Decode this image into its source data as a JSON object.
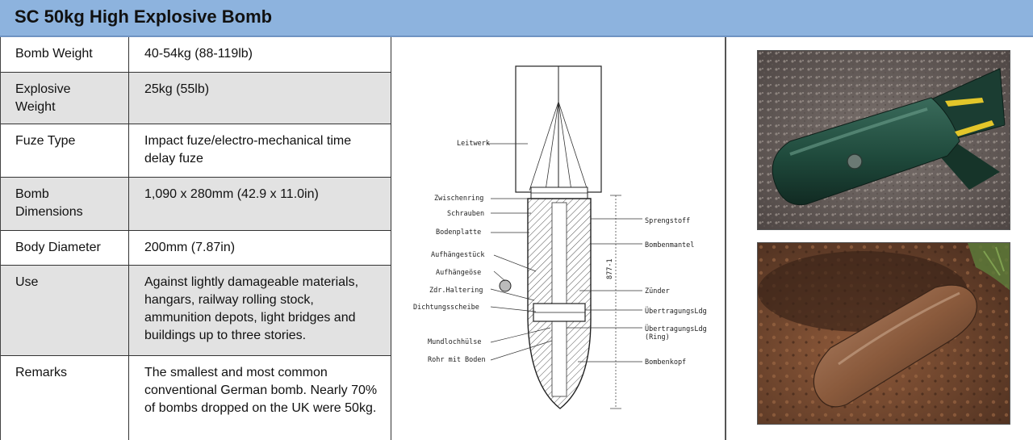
{
  "title": "SC 50kg High Explosive Bomb",
  "specs": [
    {
      "label": "Bomb Weight",
      "value": "40-54kg (88-119lb)"
    },
    {
      "label": "Explosive Weight",
      "value": "25kg (55lb)"
    },
    {
      "label": "Fuze Type",
      "value": "Impact fuze/electro-mechanical time delay fuze"
    },
    {
      "label": "Bomb Dimensions",
      "value": "1,090 x 280mm (42.9 x 11.0in)"
    },
    {
      "label": "Body Diameter",
      "value": "200mm (7.87in)"
    },
    {
      "label": "Use",
      "value": "Against lightly damageable materials, hangars, railway rolling stock, ammunition depots, light bridges and buildings up to three stories."
    },
    {
      "label": "Remarks",
      "value": "The smallest and most common conventional German bomb. Nearly 70% of bombs dropped on the UK were 50kg."
    }
  ],
  "diagram_labels": {
    "leitwerk": "Leitwerk",
    "zwischenring": "Zwischenring",
    "schrauben": "Schrauben",
    "bodenplatte": "Bodenplatte",
    "aufhangestuck": "Aufhängestück",
    "aufhangeose": "Aufhängeöse",
    "zdr_haltering": "Zdr.Haltering",
    "dichtungsscheibe": "Dichtungsscheibe",
    "mundlochhulse": "Mundlochhülse",
    "rohr_mit_boden": "Rohr mit Boden",
    "sprengstoff": "Sprengstoff",
    "bombenmantel": "Bombenmantel",
    "zunder": "Zünder",
    "ubertragungsldg": "ÜbertragungsLdg",
    "ubertragungsldg_ring_1": "ÜbertragungsLdg",
    "ubertragungsldg_ring_2": "(Ring)",
    "bombenkopf": "Bombenkopf",
    "dimension_mark": "877-1"
  },
  "icons": {
    "photo_top": "bomb-photo-on-gravel-icon",
    "photo_bottom": "rusted-bomb-in-soil-icon"
  },
  "colors": {
    "header_bg": "#8db3de",
    "row_shade": "#e2e2e2",
    "bomb_green": "#1f4a3c",
    "fin_stripe": "#e3c62a",
    "rust": "#8a5a3c"
  }
}
